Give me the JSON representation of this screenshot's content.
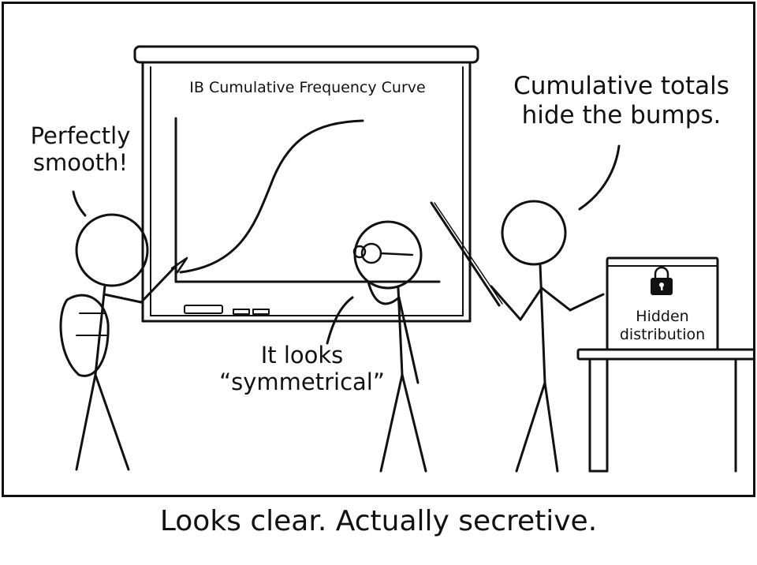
{
  "comic": {
    "board_title": "IB Cumulative Frequency Curve",
    "speech_left": [
      "Perfectly",
      "smooth!"
    ],
    "speech_right": [
      "Cumulative totals",
      "hide the bumps."
    ],
    "speech_middle": [
      "It looks",
      "“symmetrical”"
    ],
    "box_label": [
      "Hidden",
      "distribution"
    ],
    "box_icon": "padlock-icon",
    "caption": "Looks clear. Actually secretive."
  }
}
